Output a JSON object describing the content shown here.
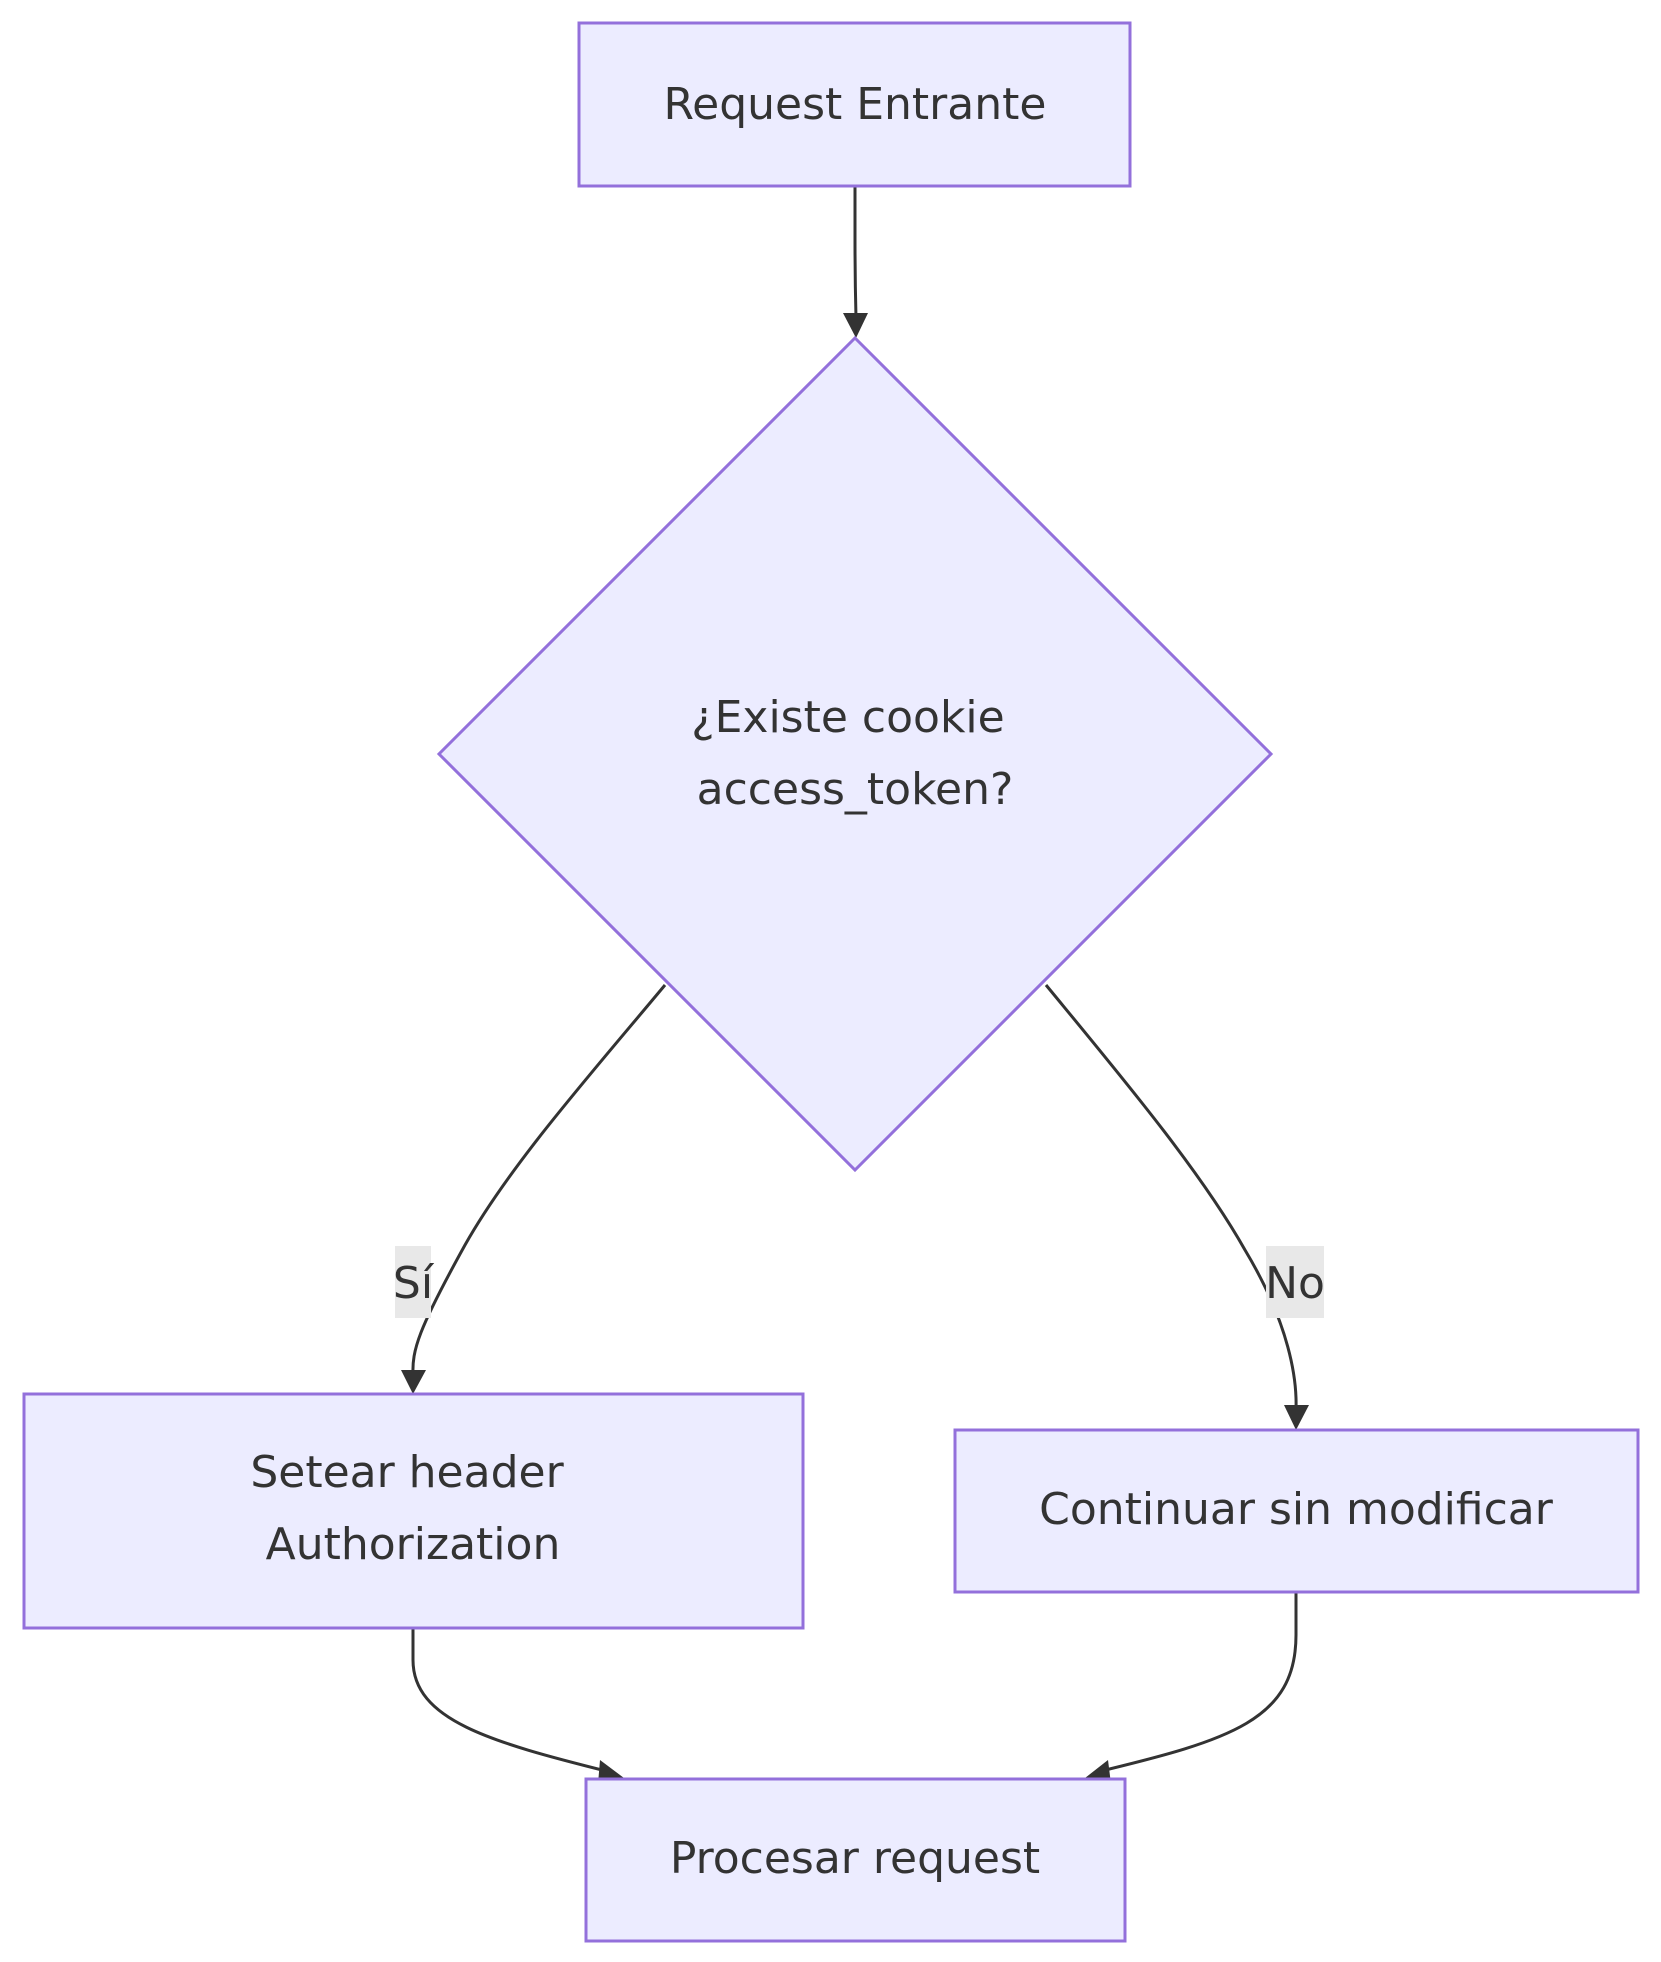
{
  "nodes": {
    "start": {
      "label": "Request Entrante"
    },
    "decision": {
      "line1": "¿Existe cookie",
      "line2": "access_token?"
    },
    "set_header": {
      "line1": "Setear header",
      "line2": "Authorization"
    },
    "continue": {
      "label": "Continuar sin modificar"
    },
    "process": {
      "label": "Procesar request"
    }
  },
  "edges": {
    "yes_label": "Sí",
    "no_label": "No"
  },
  "colors": {
    "node_fill": "#ECECFF",
    "node_stroke": "#9370DB",
    "edge": "#333333",
    "label_bg": "#E8E8E8"
  }
}
